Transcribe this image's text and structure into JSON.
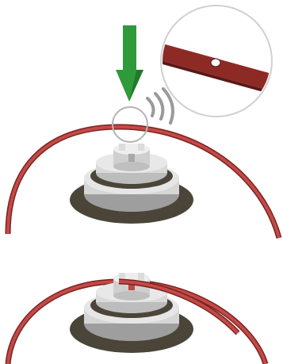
{
  "diagram": {
    "steps": [
      {
        "label": "",
        "state": "belt-lowered-onto-mount"
      },
      {
        "label": "",
        "state": "belt-seated-on-mount"
      }
    ],
    "callout": {
      "label": "",
      "shows": "belt-with-hole"
    },
    "icons": [
      "press-down-arrow-icon",
      "signal-waves-icon",
      "magnifier-circle-icon"
    ],
    "colors": {
      "arrow": "#2e9a3a",
      "arrow_dark": "#1f7a2a",
      "belt": "#b0413e",
      "belt_dark": "#7a2221",
      "callout_strap": "#8e2a26",
      "base_dark": "#4a4538",
      "base_light": "#d9d9d9",
      "base_mid": "#bdbdbd",
      "callout_ring": "#d0d0d0",
      "waves": "#9a9a9a"
    }
  }
}
